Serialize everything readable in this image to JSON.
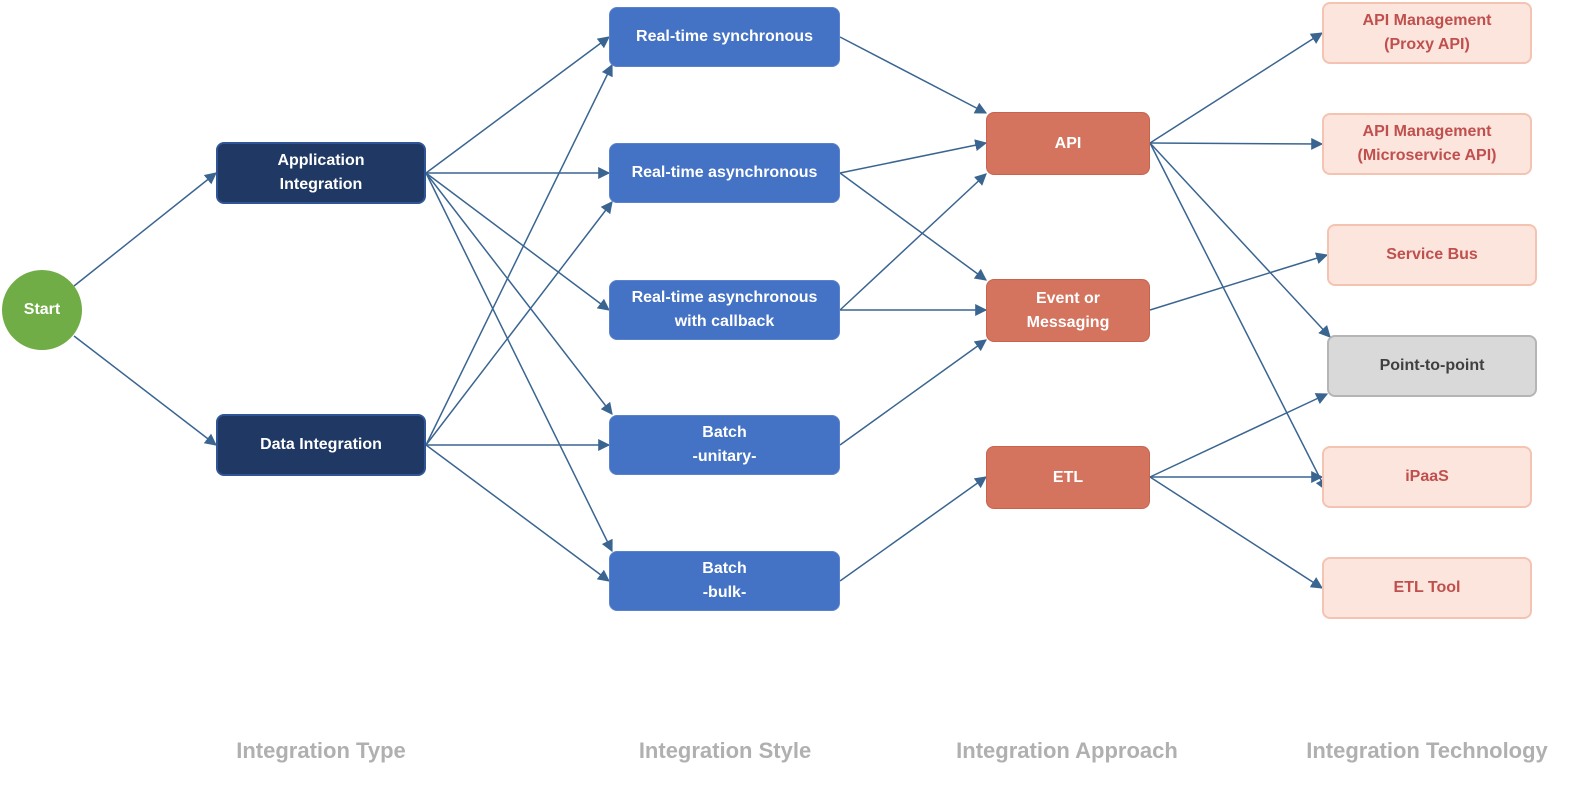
{
  "nodes": {
    "start": "Start",
    "app_integration": [
      "Application",
      "Integration"
    ],
    "data_integration": "Data Integration",
    "rt_sync": "Real-time synchronous",
    "rt_async": "Real-time asynchronous",
    "rt_async_cb": [
      "Real-time asynchronous",
      "with callback"
    ],
    "batch_unitary": [
      "Batch",
      "-unitary-"
    ],
    "batch_bulk": [
      "Batch",
      "-bulk-"
    ],
    "api": "API",
    "event_messaging": [
      "Event or",
      "Messaging"
    ],
    "etl": "ETL",
    "api_mgmt_proxy": [
      "API Management",
      "(Proxy API)"
    ],
    "api_mgmt_micro": [
      "API Management",
      "(Microservice API)"
    ],
    "service_bus": "Service Bus",
    "point_to_point": "Point-to-point",
    "ipaas": "iPaaS",
    "etl_tool": "ETL Tool"
  },
  "columns": {
    "type": "Integration Type",
    "style": "Integration Style",
    "approach": "Integration Approach",
    "technology": "Integration Technology"
  },
  "edges": [
    [
      "start",
      "app_integration"
    ],
    [
      "start",
      "data_integration"
    ],
    [
      "app_integration",
      "rt_sync"
    ],
    [
      "app_integration",
      "rt_async"
    ],
    [
      "app_integration",
      "rt_async_cb"
    ],
    [
      "app_integration",
      "batch_unitary"
    ],
    [
      "app_integration",
      "batch_bulk"
    ],
    [
      "data_integration",
      "rt_sync"
    ],
    [
      "data_integration",
      "rt_async"
    ],
    [
      "data_integration",
      "batch_unitary"
    ],
    [
      "data_integration",
      "batch_bulk"
    ],
    [
      "rt_sync",
      "api"
    ],
    [
      "rt_async",
      "api"
    ],
    [
      "rt_async",
      "event_messaging"
    ],
    [
      "rt_async_cb",
      "api"
    ],
    [
      "rt_async_cb",
      "event_messaging"
    ],
    [
      "batch_unitary",
      "event_messaging"
    ],
    [
      "batch_bulk",
      "etl"
    ],
    [
      "api",
      "api_mgmt_proxy"
    ],
    [
      "api",
      "api_mgmt_micro"
    ],
    [
      "api",
      "point_to_point"
    ],
    [
      "api",
      "ipaas"
    ],
    [
      "event_messaging",
      "service_bus"
    ],
    [
      "etl",
      "point_to_point"
    ],
    [
      "etl",
      "ipaas"
    ],
    [
      "etl",
      "etl_tool"
    ]
  ],
  "colors": {
    "edge": "#3a6591",
    "start": "#70ad47",
    "type": "#1f3864",
    "style": "#4472c4",
    "approach": "#d4735e",
    "technology": "#fbe5dd",
    "technology_text": "#c0504d",
    "point_to_point": "#d9d9d9",
    "column_label": "#b0b0b0"
  }
}
